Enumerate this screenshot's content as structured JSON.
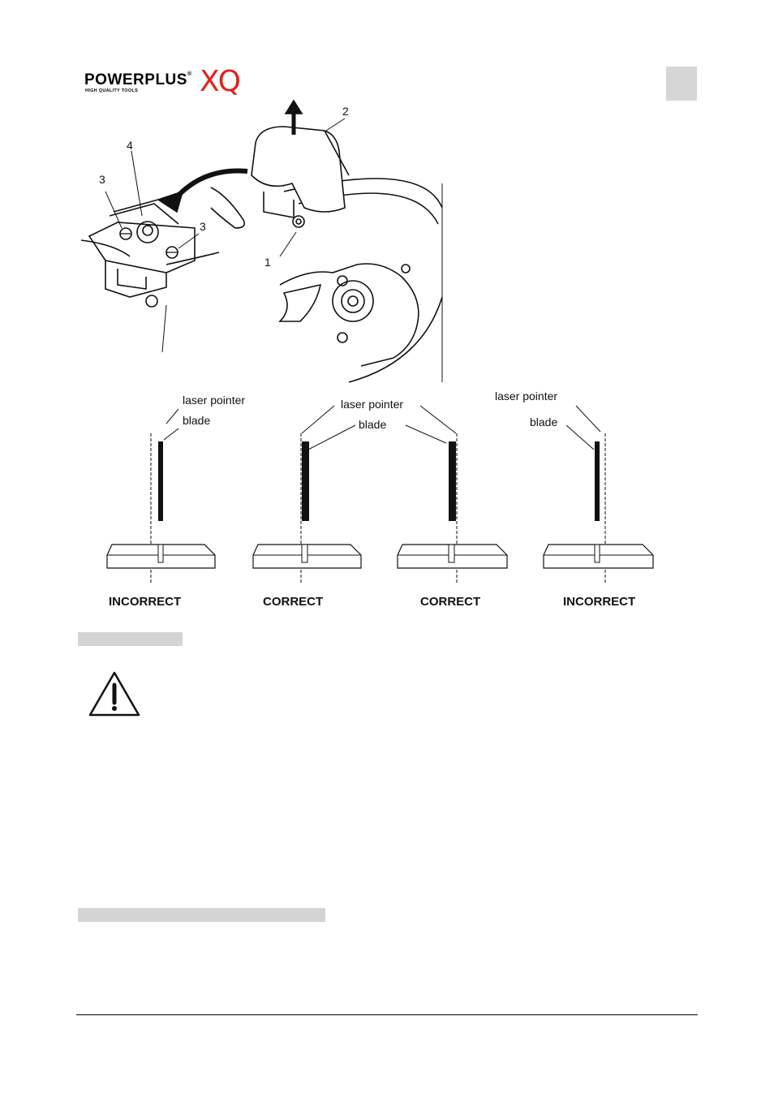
{
  "header": {
    "brand": "POWERPLUS",
    "brand_suffix": "XQ",
    "registered": "®",
    "tagline": "HIGH QUALITY TOOLS",
    "page_box_label": ""
  },
  "figure_top": {
    "callouts": [
      "1",
      "2",
      "3",
      "3",
      "4"
    ]
  },
  "figure_bottom": {
    "panels": [
      {
        "label_laser": "laser pointer",
        "label_blade": "blade",
        "verdict": "INCORRECT"
      },
      {
        "label_laser": "laser pointer",
        "label_blade": "blade",
        "verdict": "CORRECT"
      },
      {
        "label_laser": "",
        "label_blade": "",
        "verdict": "CORRECT"
      },
      {
        "label_laser": "laser pointer",
        "label_blade": "blade",
        "verdict": "INCORRECT"
      }
    ]
  },
  "sections": {
    "section1_heading": "",
    "warning_icon": "warning-triangle-icon",
    "section2_heading": ""
  },
  "colors": {
    "brand_red": "#e2231a",
    "highlight_gray": "#d4d4d4"
  }
}
